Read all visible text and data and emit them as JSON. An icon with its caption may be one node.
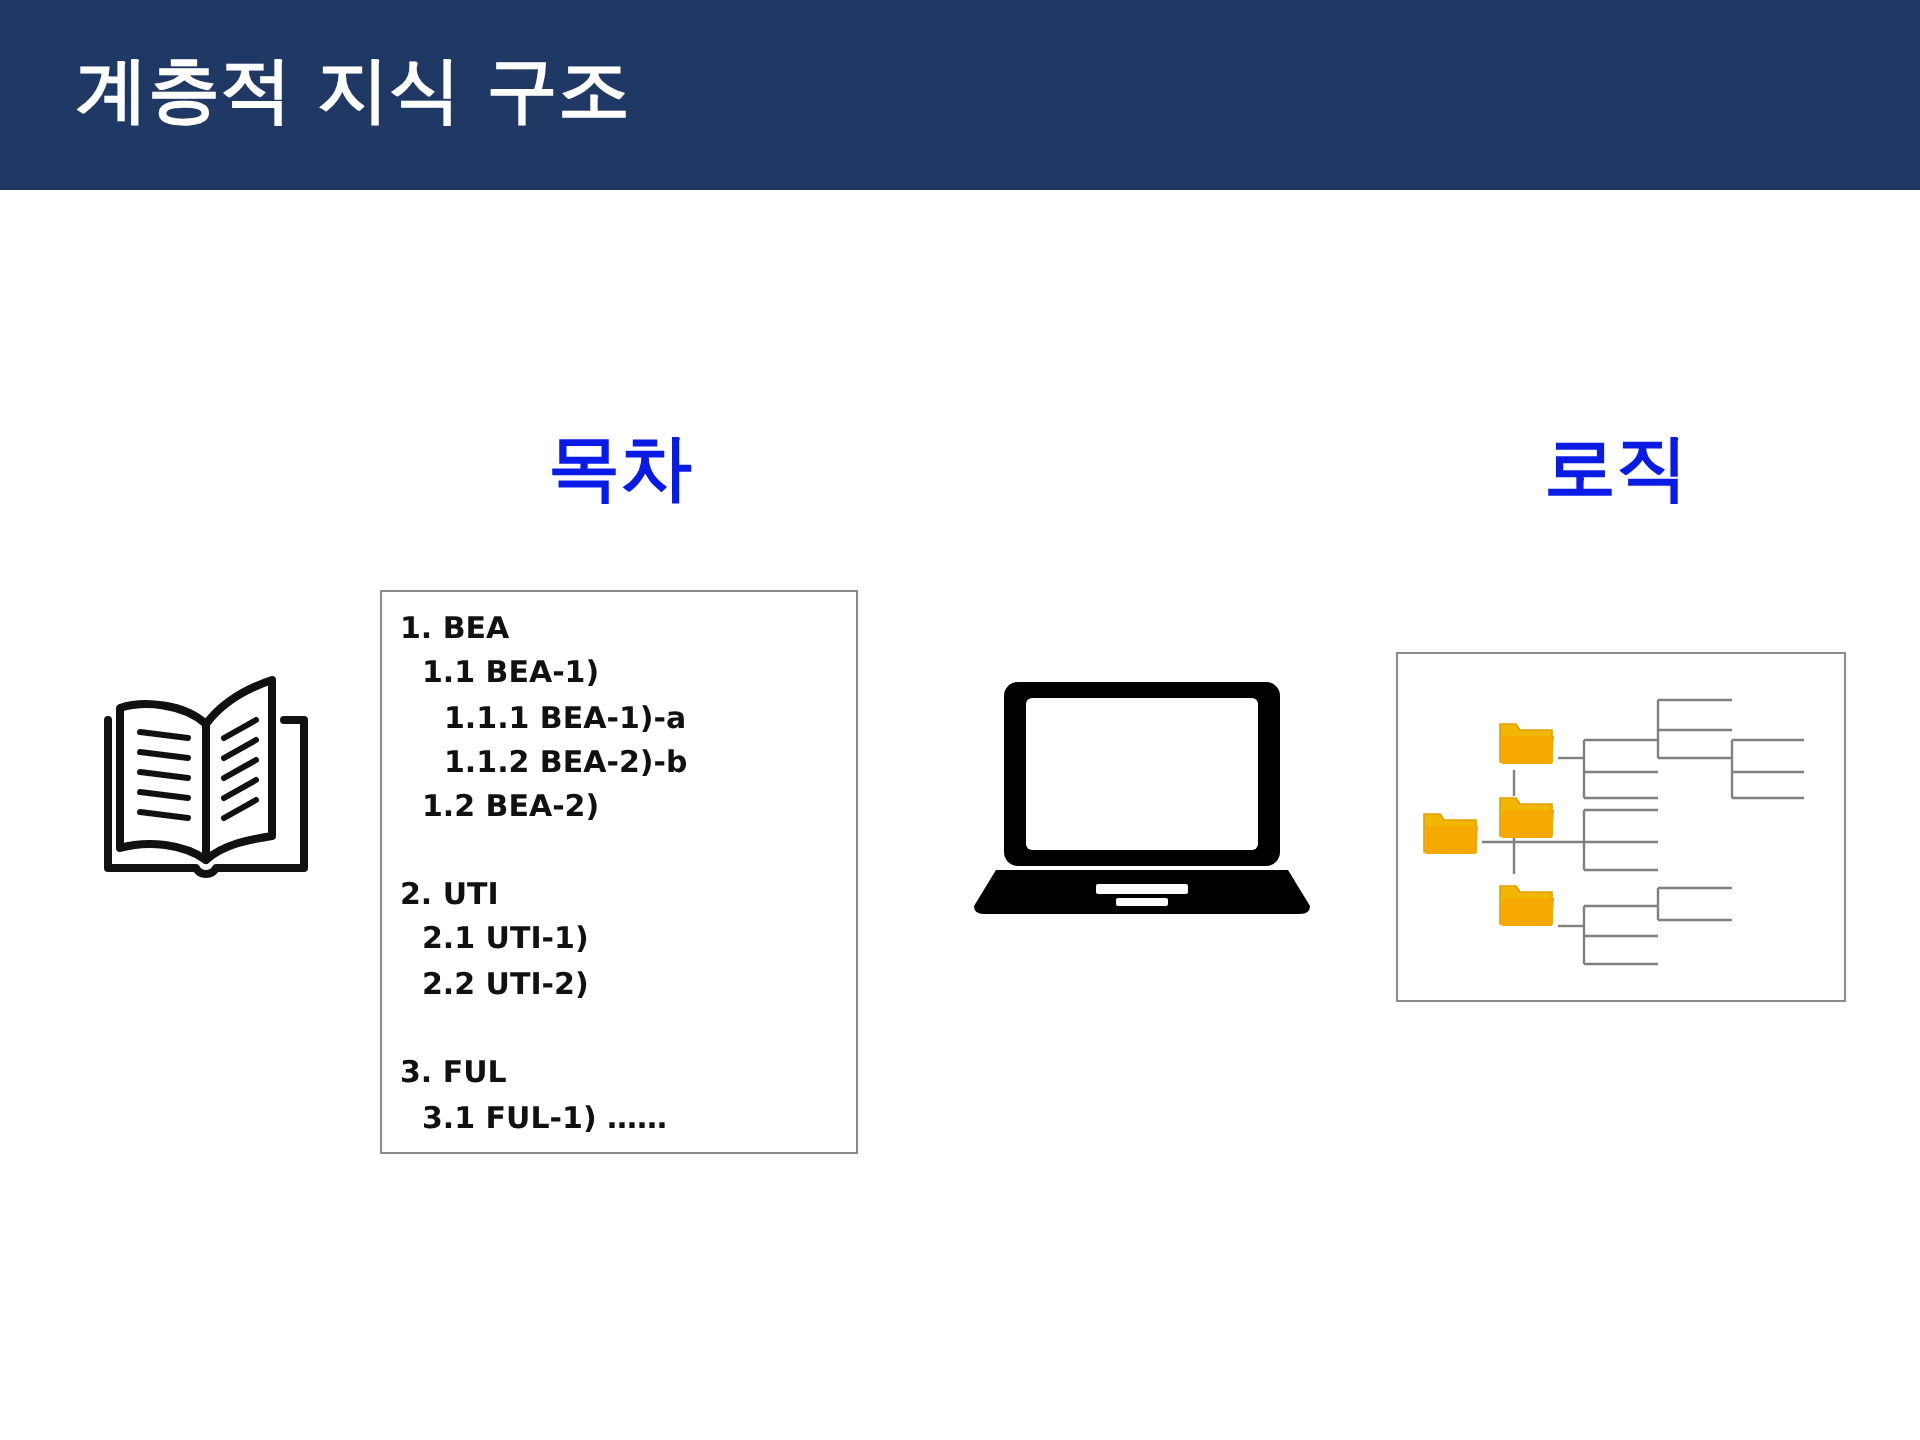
{
  "diagram": {
    "title": "계층적 지식 구조",
    "nodes": [
      {
        "text": [
          "1. BEA",
          "1.1 BEA-1)",
          "1.1.1 BEA-1)-a",
          "1.1.2 BEA-2)-b",
          "1.2 BEA-2)",
          "2. UTI",
          "2.1 UTI-1)",
          "2.2 UTI-2)",
          "3. FUL",
          "3.1 FUL-1) ……"
        ]
      }
    ],
    "labels": [
      "목차",
      "로직"
    ]
  }
}
